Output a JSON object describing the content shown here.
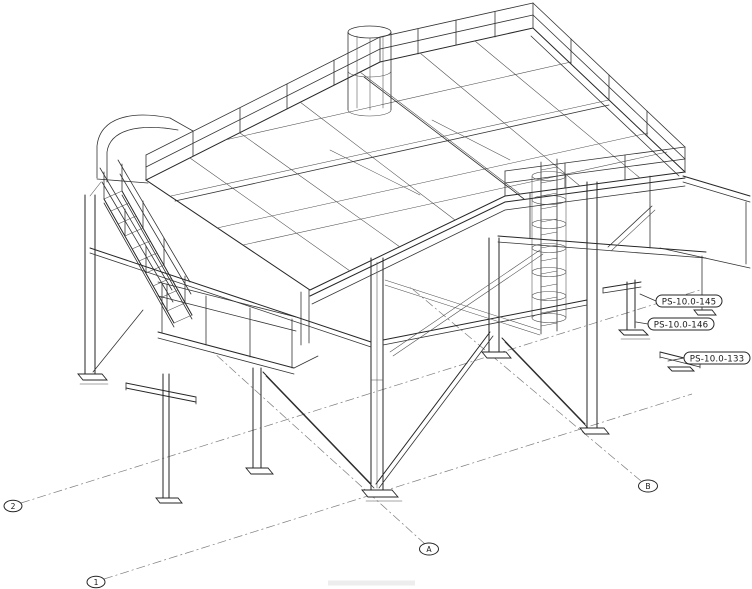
{
  "drawing": {
    "type": "isometric-structural-steel-platform",
    "part_labels": [
      {
        "id": "ps-10-0-145",
        "text": "PS-10.0-145"
      },
      {
        "id": "ps-10-0-146",
        "text": "PS-10.0-146"
      },
      {
        "id": "ps-10-0-133",
        "text": "PS-10.0-133"
      }
    ],
    "grid_bubbles": [
      {
        "id": "grid-2",
        "text": "2"
      },
      {
        "id": "grid-1",
        "text": "1"
      },
      {
        "id": "grid-a",
        "text": "A"
      },
      {
        "id": "grid-b",
        "text": "B"
      }
    ],
    "colors": {
      "line": "#262626",
      "thin_line": "#4d4d4d",
      "dashed_line": "#7d7d7d",
      "background": "#ffffff",
      "label_text": "#1a1a1a"
    }
  }
}
